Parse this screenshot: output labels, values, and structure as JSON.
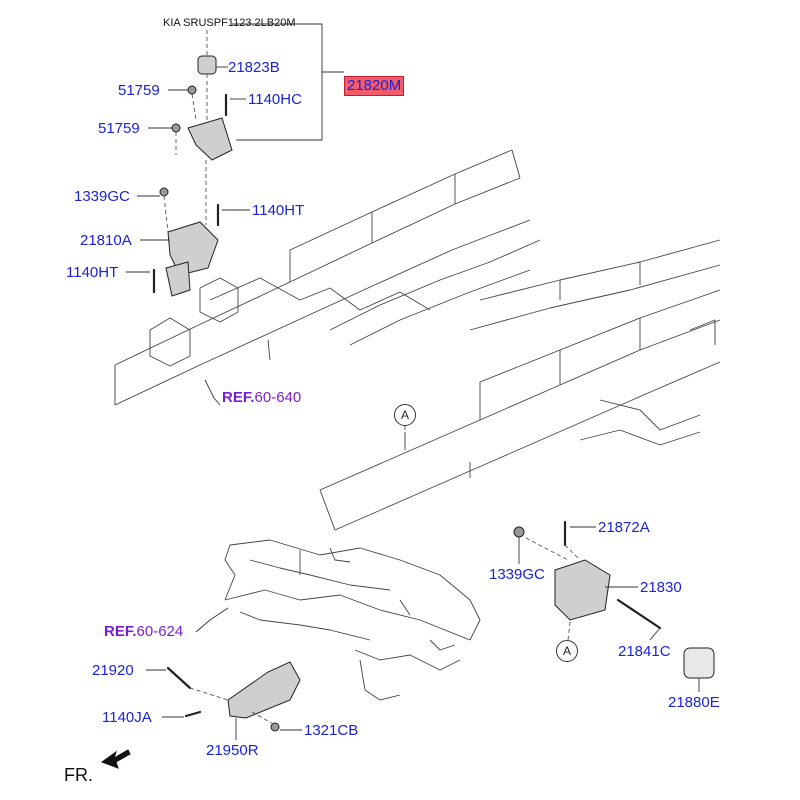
{
  "header": {
    "text": "KIA SRUSPF1123.2LB20M"
  },
  "highlight": {
    "part_no": "21820M",
    "color": "#f25c6a"
  },
  "labels": {
    "p21823B": "21823B",
    "p51759_a": "51759",
    "p1140HC": "1140HC",
    "p51759_b": "51759",
    "p1339GC_a": "1339GC",
    "p1140HT_a": "1140HT",
    "p21810A": "21810A",
    "p1140HT_b": "1140HT",
    "p21872A": "21872A",
    "p1339GC_b": "1339GC",
    "p21830": "21830",
    "p21841C": "21841C",
    "p21880E": "21880E",
    "p21920": "21920",
    "p1140JA": "1140JA",
    "p1321CB": "1321CB",
    "p21950R": "21950R"
  },
  "refs": {
    "ref1": {
      "prefix": "REF.",
      "number": "60-640"
    },
    "ref2": {
      "prefix": "REF.",
      "number": "60-624"
    }
  },
  "markers": {
    "a1": "A",
    "a2": "A"
  },
  "direction": {
    "text": "FR."
  },
  "colors": {
    "label": "#1a23d6",
    "ref": "#7a1fcf",
    "line": "#333333"
  }
}
